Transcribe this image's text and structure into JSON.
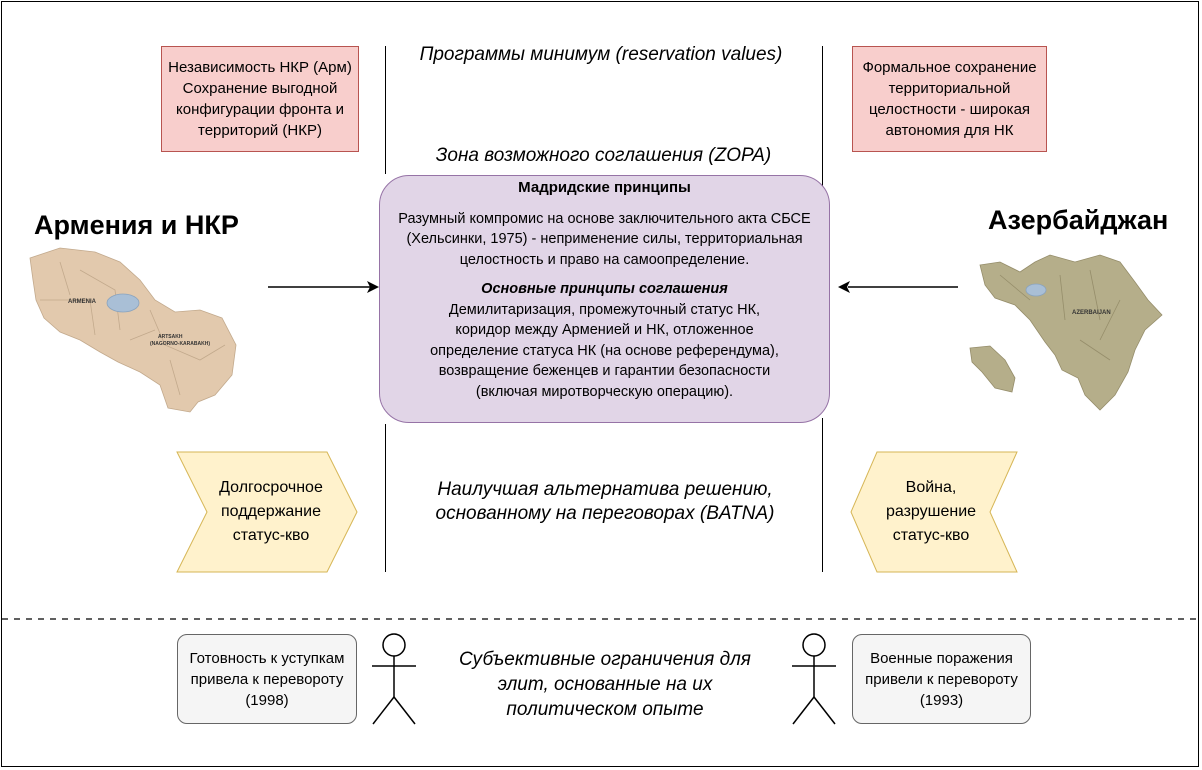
{
  "top": {
    "left_box": "Независимость НКР (Арм) Сохранение выгодной конфигурации фронта и территорий (НКР)",
    "right_box": "Формальное сохранение территориальной целостности - широкая автономия для НК",
    "reservation": "Программы минимум (reservation values)",
    "zopa": "Зона возможного соглашения (ZOPA)"
  },
  "parties": {
    "left_title": "Армения и НКР",
    "right_title": "Азербайджан",
    "map_left_labels": [
      "ARMENIA",
      "ARTSAKH",
      "(NAGORNO-KARABAKH)"
    ],
    "map_right_labels": [
      "AZERBAIJAN"
    ]
  },
  "madrid": {
    "title": "Мадридские принципы",
    "text": "Разумный компромис на основе заключительного акта СБСЕ (Хельсинки, 1975) - неприменение силы, территориальная целостность и право на самоопределение.",
    "subtitle": "Основные принципы соглашения",
    "principles": "Демилитаризация, промежуточный статус НК, коридор между Арменией и НК, отложенное определение статуса НК (на основе референдума), возвращение беженцев и гарантии безопасности (включая миротворческую операцию)."
  },
  "batna": {
    "left": "Долгосрочное поддержание статус-кво",
    "right": "Война, разрушение статус-кво",
    "center": "Наилучшая альтернатива решению, основанному на переговорах (BATNA)"
  },
  "bottom": {
    "left": "Готовность к уступкам привела к перевороту (1998)",
    "right": "Военные поражения привели к перевороту (1993)",
    "center": "Субъективные ограничения для элит, основанные на их политическом опыте"
  },
  "colors": {
    "red_fill": "#f8cecc",
    "red_stroke": "#b85450",
    "purple_fill": "#e1d5e7",
    "purple_stroke": "#9673a6",
    "yellow_fill": "#fff2cc",
    "yellow_stroke": "#d6b656",
    "gray_fill": "#f5f5f5",
    "gray_stroke": "#666666",
    "armenia_map": "#e2c9ad",
    "azerbaijan_map": "#b5ae8a"
  }
}
